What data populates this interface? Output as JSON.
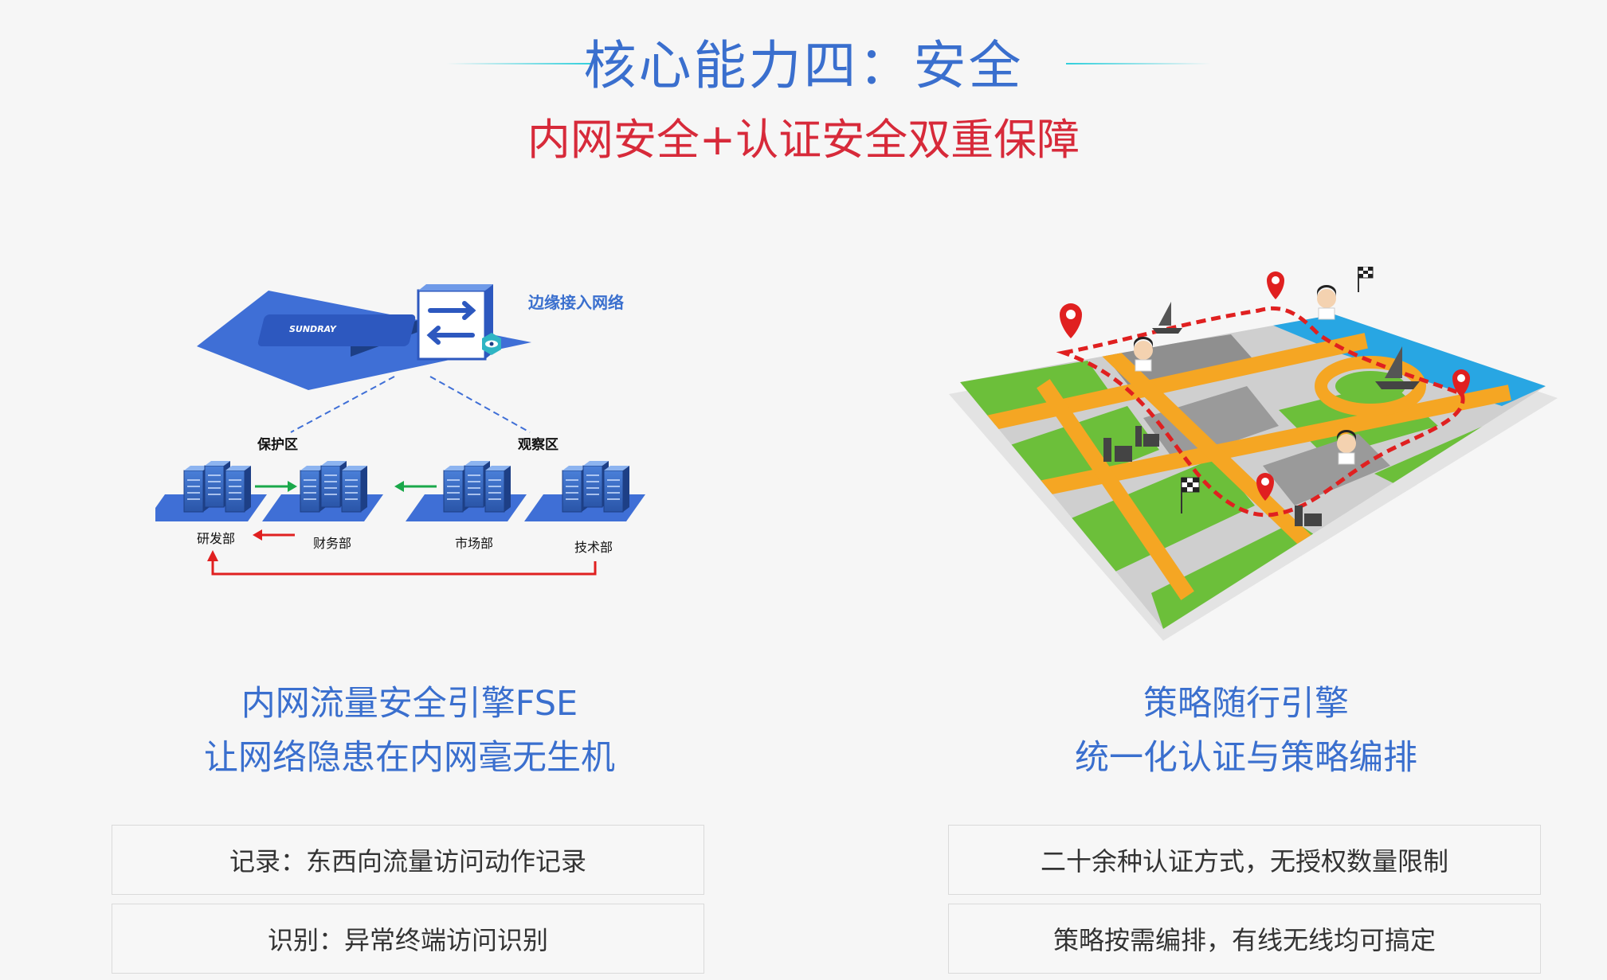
{
  "header": {
    "title": "核心能力四：安全",
    "subtitle": "内网安全+认证安全双重保障"
  },
  "left": {
    "diagram": {
      "edge_label": "边缘接入网络",
      "device_brand": "SUNDRAY",
      "zone_protect": "保护区",
      "zone_observe": "观察区",
      "departments": [
        "研发部",
        "财务部",
        "市场部",
        "技术部"
      ]
    },
    "caption_line1": "内网流量安全引擎FSE",
    "caption_line2": "让网络隐患在内网毫无生机",
    "features": [
      "记录：东西向流量访问动作记录",
      "识别：异常终端访问识别"
    ]
  },
  "right": {
    "caption_line1": "策略随行引擎",
    "caption_line2": "统一化认证与策略编排",
    "features": [
      "二十余种认证方式，无授权数量限制",
      "策略按需编排，有线无线均可搞定"
    ]
  },
  "colors": {
    "title_blue": "#3a6fce",
    "subtitle_red": "#d72a3a",
    "accent_cyan": "#31cfdc",
    "arrow_green": "#1aa84a",
    "arrow_red": "#e02020"
  }
}
